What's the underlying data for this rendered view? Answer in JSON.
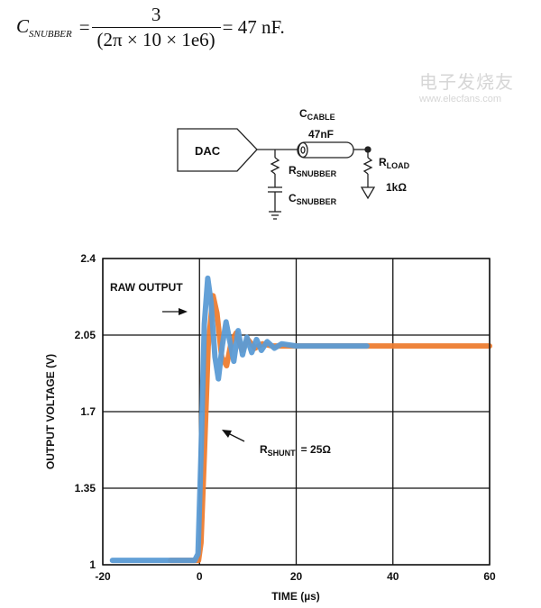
{
  "formula": {
    "lhs_symbol": "C",
    "lhs_subscript": "SNUBBER",
    "equals": "=",
    "numerator": "3",
    "denominator": "(2π × 10 × 1e6)",
    "rhs": "= 47 nF."
  },
  "circuit": {
    "dac_label": "DAC",
    "cable_label_main": "C",
    "cable_label_sub": "CABLE",
    "cable_value": "47nF",
    "r_snubber_main": "R",
    "r_snubber_sub": "SNUBBER",
    "c_snubber_main": "C",
    "c_snubber_sub": "SNUBBER",
    "r_load_main": "R",
    "r_load_sub": "LOAD",
    "r_load_value": "1kΩ"
  },
  "chart_data": {
    "type": "line",
    "title": "",
    "xlabel": "TIME (µs)",
    "ylabel": "OUTPUT VOLTAGE (V)",
    "xlim": [
      -20,
      60
    ],
    "ylim": [
      1,
      2.4
    ],
    "xticks": [
      "-20",
      "0",
      "20",
      "40",
      "60"
    ],
    "xtick_values": [
      -20,
      0,
      20,
      40,
      60
    ],
    "yticks": [
      "1",
      "1.35",
      "1.7",
      "2.05",
      "2.4"
    ],
    "ytick_values": [
      1,
      1.35,
      1.7,
      2.05,
      2.4
    ],
    "grid": true,
    "annotations": {
      "raw_output": "RAW OUTPUT",
      "rshunt_main": "R",
      "rshunt_sub": "SHUNT",
      "rshunt_value": "= 25Ω"
    },
    "series": [
      {
        "name": "Raw output",
        "color": "#5b9bd5",
        "x": [
          -18,
          -1,
          -0.3,
          0.3,
          1,
          1.7,
          2.4,
          3.2,
          3.9,
          4.7,
          5.5,
          6.3,
          7.1,
          8.0,
          8.9,
          9.8,
          10.8,
          11.8,
          12.8,
          14,
          15.5,
          17,
          20,
          25,
          30,
          34.6
        ],
        "y": [
          1.02,
          1.02,
          1.05,
          1.5,
          2.1,
          2.31,
          2.2,
          1.95,
          1.85,
          2.0,
          2.11,
          2.02,
          1.93,
          2.07,
          1.96,
          2.04,
          1.97,
          2.03,
          1.98,
          2.02,
          1.99,
          2.01,
          2.0,
          2.0,
          2.0,
          2.0
        ]
      },
      {
        "name": "RSHUNT = 25Ω",
        "color": "#ed7d31",
        "x": [
          -6,
          -0.2,
          0.3,
          1,
          1.8,
          2.8,
          3.6,
          4.6,
          5.6,
          6.6,
          7.6,
          8.8,
          10,
          11.5,
          13,
          15,
          60
        ],
        "y": [
          1.02,
          1.02,
          1.1,
          1.5,
          2.0,
          2.23,
          2.15,
          1.95,
          1.91,
          2.02,
          2.06,
          1.98,
          2.03,
          1.99,
          2.01,
          2.0,
          2.0
        ]
      }
    ]
  },
  "watermark": {
    "cn": "电子发烧友",
    "url": "www.elecfans.com"
  }
}
